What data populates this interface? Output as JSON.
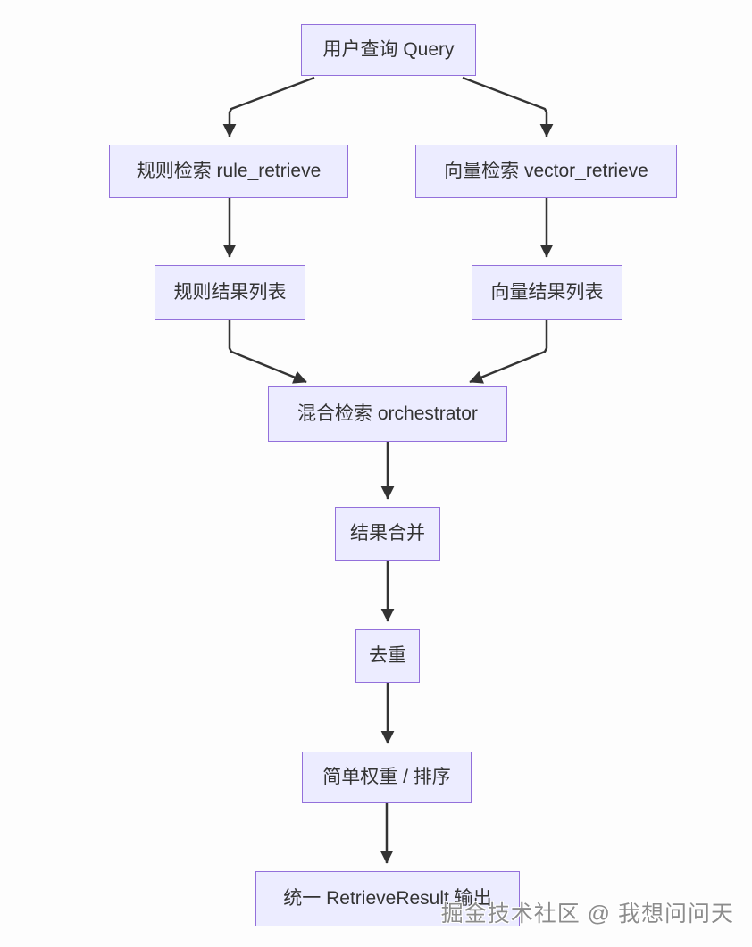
{
  "diagram": {
    "type": "flowchart",
    "direction": "top-down",
    "nodes": [
      {
        "id": "query",
        "label": "用户查询 Query"
      },
      {
        "id": "rule_retrieve",
        "label": "规则检索 rule_retrieve"
      },
      {
        "id": "vector_retrieve",
        "label": "向量检索 vector_retrieve"
      },
      {
        "id": "rule_results",
        "label": "规则结果列表"
      },
      {
        "id": "vector_results",
        "label": "向量结果列表"
      },
      {
        "id": "orchestrator",
        "label": "混合检索 orchestrator"
      },
      {
        "id": "merge",
        "label": "结果合并"
      },
      {
        "id": "dedup",
        "label": "去重"
      },
      {
        "id": "weight_sort",
        "label": "简单权重 / 排序"
      },
      {
        "id": "output",
        "label": "统一 RetrieveResult 输出"
      }
    ],
    "edges": [
      {
        "from": "query",
        "to": "rule_retrieve"
      },
      {
        "from": "query",
        "to": "vector_retrieve"
      },
      {
        "from": "rule_retrieve",
        "to": "rule_results"
      },
      {
        "from": "vector_retrieve",
        "to": "vector_results"
      },
      {
        "from": "rule_results",
        "to": "orchestrator"
      },
      {
        "from": "vector_results",
        "to": "orchestrator"
      },
      {
        "from": "orchestrator",
        "to": "merge"
      },
      {
        "from": "merge",
        "to": "dedup"
      },
      {
        "from": "dedup",
        "to": "weight_sort"
      },
      {
        "from": "weight_sort",
        "to": "output"
      }
    ],
    "colors": {
      "node_fill": "#ECECFF",
      "node_border": "#9370DB",
      "edge": "#333333",
      "text": "#333333"
    }
  },
  "watermark": {
    "text": "掘金技术社区 @ 我想问问天",
    "color": "#8c8c8c"
  }
}
